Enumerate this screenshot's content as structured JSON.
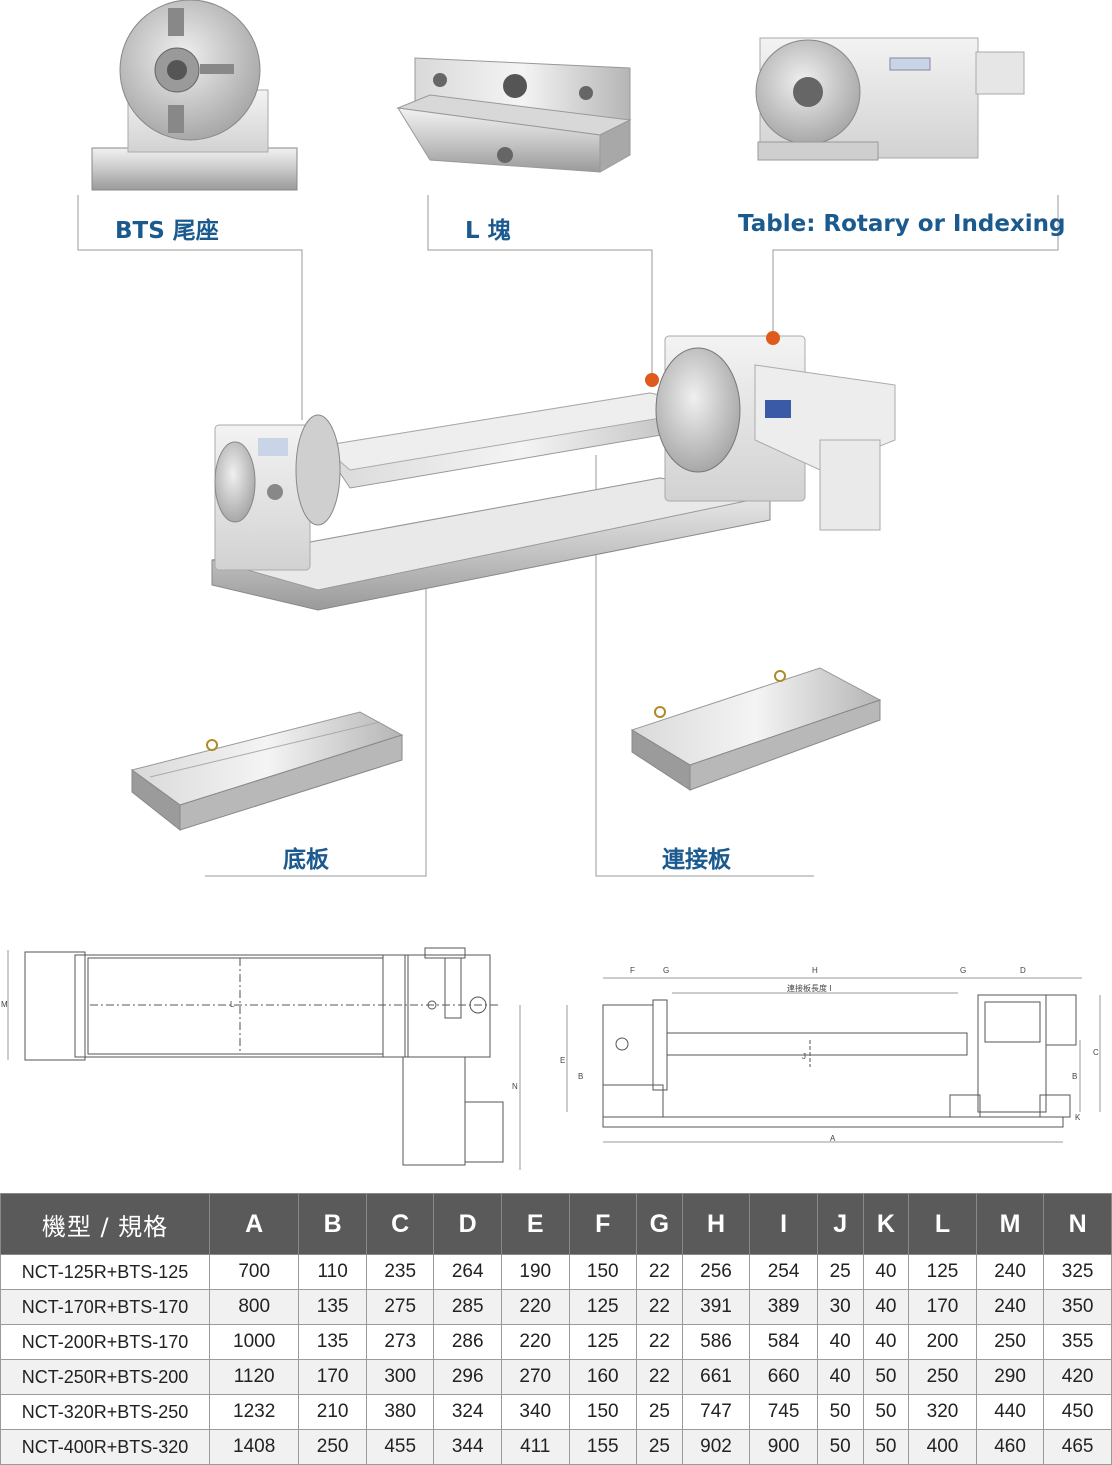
{
  "callouts": {
    "bts": "BTS 尾座",
    "lblock": "L 塊",
    "table": "Table: Rotary or Indexing",
    "base_plate": "底板",
    "connecting_plate": "連接板"
  },
  "drawing_labels": {
    "connect_length": "連接板長度 I",
    "F": "F",
    "G1": "G",
    "H": "H",
    "G2": "G",
    "D": "D",
    "A": "A",
    "B_left": "B",
    "E": "E",
    "J": "J",
    "B_right": "B",
    "C": "C",
    "K": "K",
    "M": "M",
    "L": "L",
    "N": "N"
  },
  "colors": {
    "callout": "#1a5a8e",
    "header_bg": "#5a5a5a",
    "dot": "#e05a1c"
  },
  "spec_table": {
    "headers": [
      "機型 / 規格",
      "A",
      "B",
      "C",
      "D",
      "E",
      "F",
      "G",
      "H",
      "I",
      "J",
      "K",
      "L",
      "M",
      "N"
    ],
    "rows": [
      [
        "NCT-125R+BTS-125",
        "700",
        "110",
        "235",
        "264",
        "190",
        "150",
        "22",
        "256",
        "254",
        "25",
        "40",
        "125",
        "240",
        "325"
      ],
      [
        "NCT-170R+BTS-170",
        "800",
        "135",
        "275",
        "285",
        "220",
        "125",
        "22",
        "391",
        "389",
        "30",
        "40",
        "170",
        "240",
        "350"
      ],
      [
        "NCT-200R+BTS-170",
        "1000",
        "135",
        "273",
        "286",
        "220",
        "125",
        "22",
        "586",
        "584",
        "40",
        "40",
        "200",
        "250",
        "355"
      ],
      [
        "NCT-250R+BTS-200",
        "1120",
        "170",
        "300",
        "296",
        "270",
        "160",
        "22",
        "661",
        "660",
        "40",
        "50",
        "250",
        "290",
        "420"
      ],
      [
        "NCT-320R+BTS-250",
        "1232",
        "210",
        "380",
        "324",
        "340",
        "150",
        "25",
        "747",
        "745",
        "50",
        "50",
        "320",
        "440",
        "450"
      ],
      [
        "NCT-400R+BTS-320",
        "1408",
        "250",
        "455",
        "344",
        "411",
        "155",
        "25",
        "902",
        "900",
        "50",
        "50",
        "400",
        "460",
        "465"
      ]
    ]
  }
}
